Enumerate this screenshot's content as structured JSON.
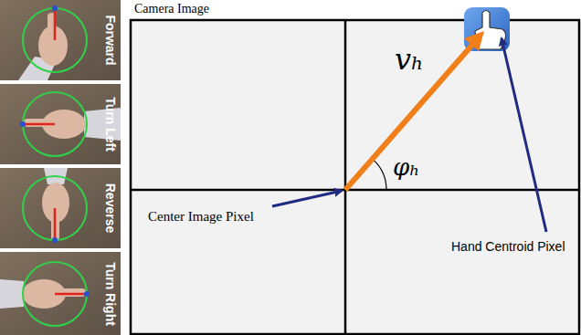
{
  "diagram": {
    "nodes": [
      {
        "text": [
          "Camera Image"
        ]
      },
      {
        "text": [
          "Forward"
        ]
      },
      {
        "text": [
          "Turn Left"
        ]
      },
      {
        "text": [
          "Reverse"
        ]
      },
      {
        "text": [
          "Turn Right"
        ]
      }
    ],
    "labels": [
      "vₕ",
      "φₕ",
      "Center Image Pixel",
      "Hand Centroid Pixel"
    ]
  }
}
